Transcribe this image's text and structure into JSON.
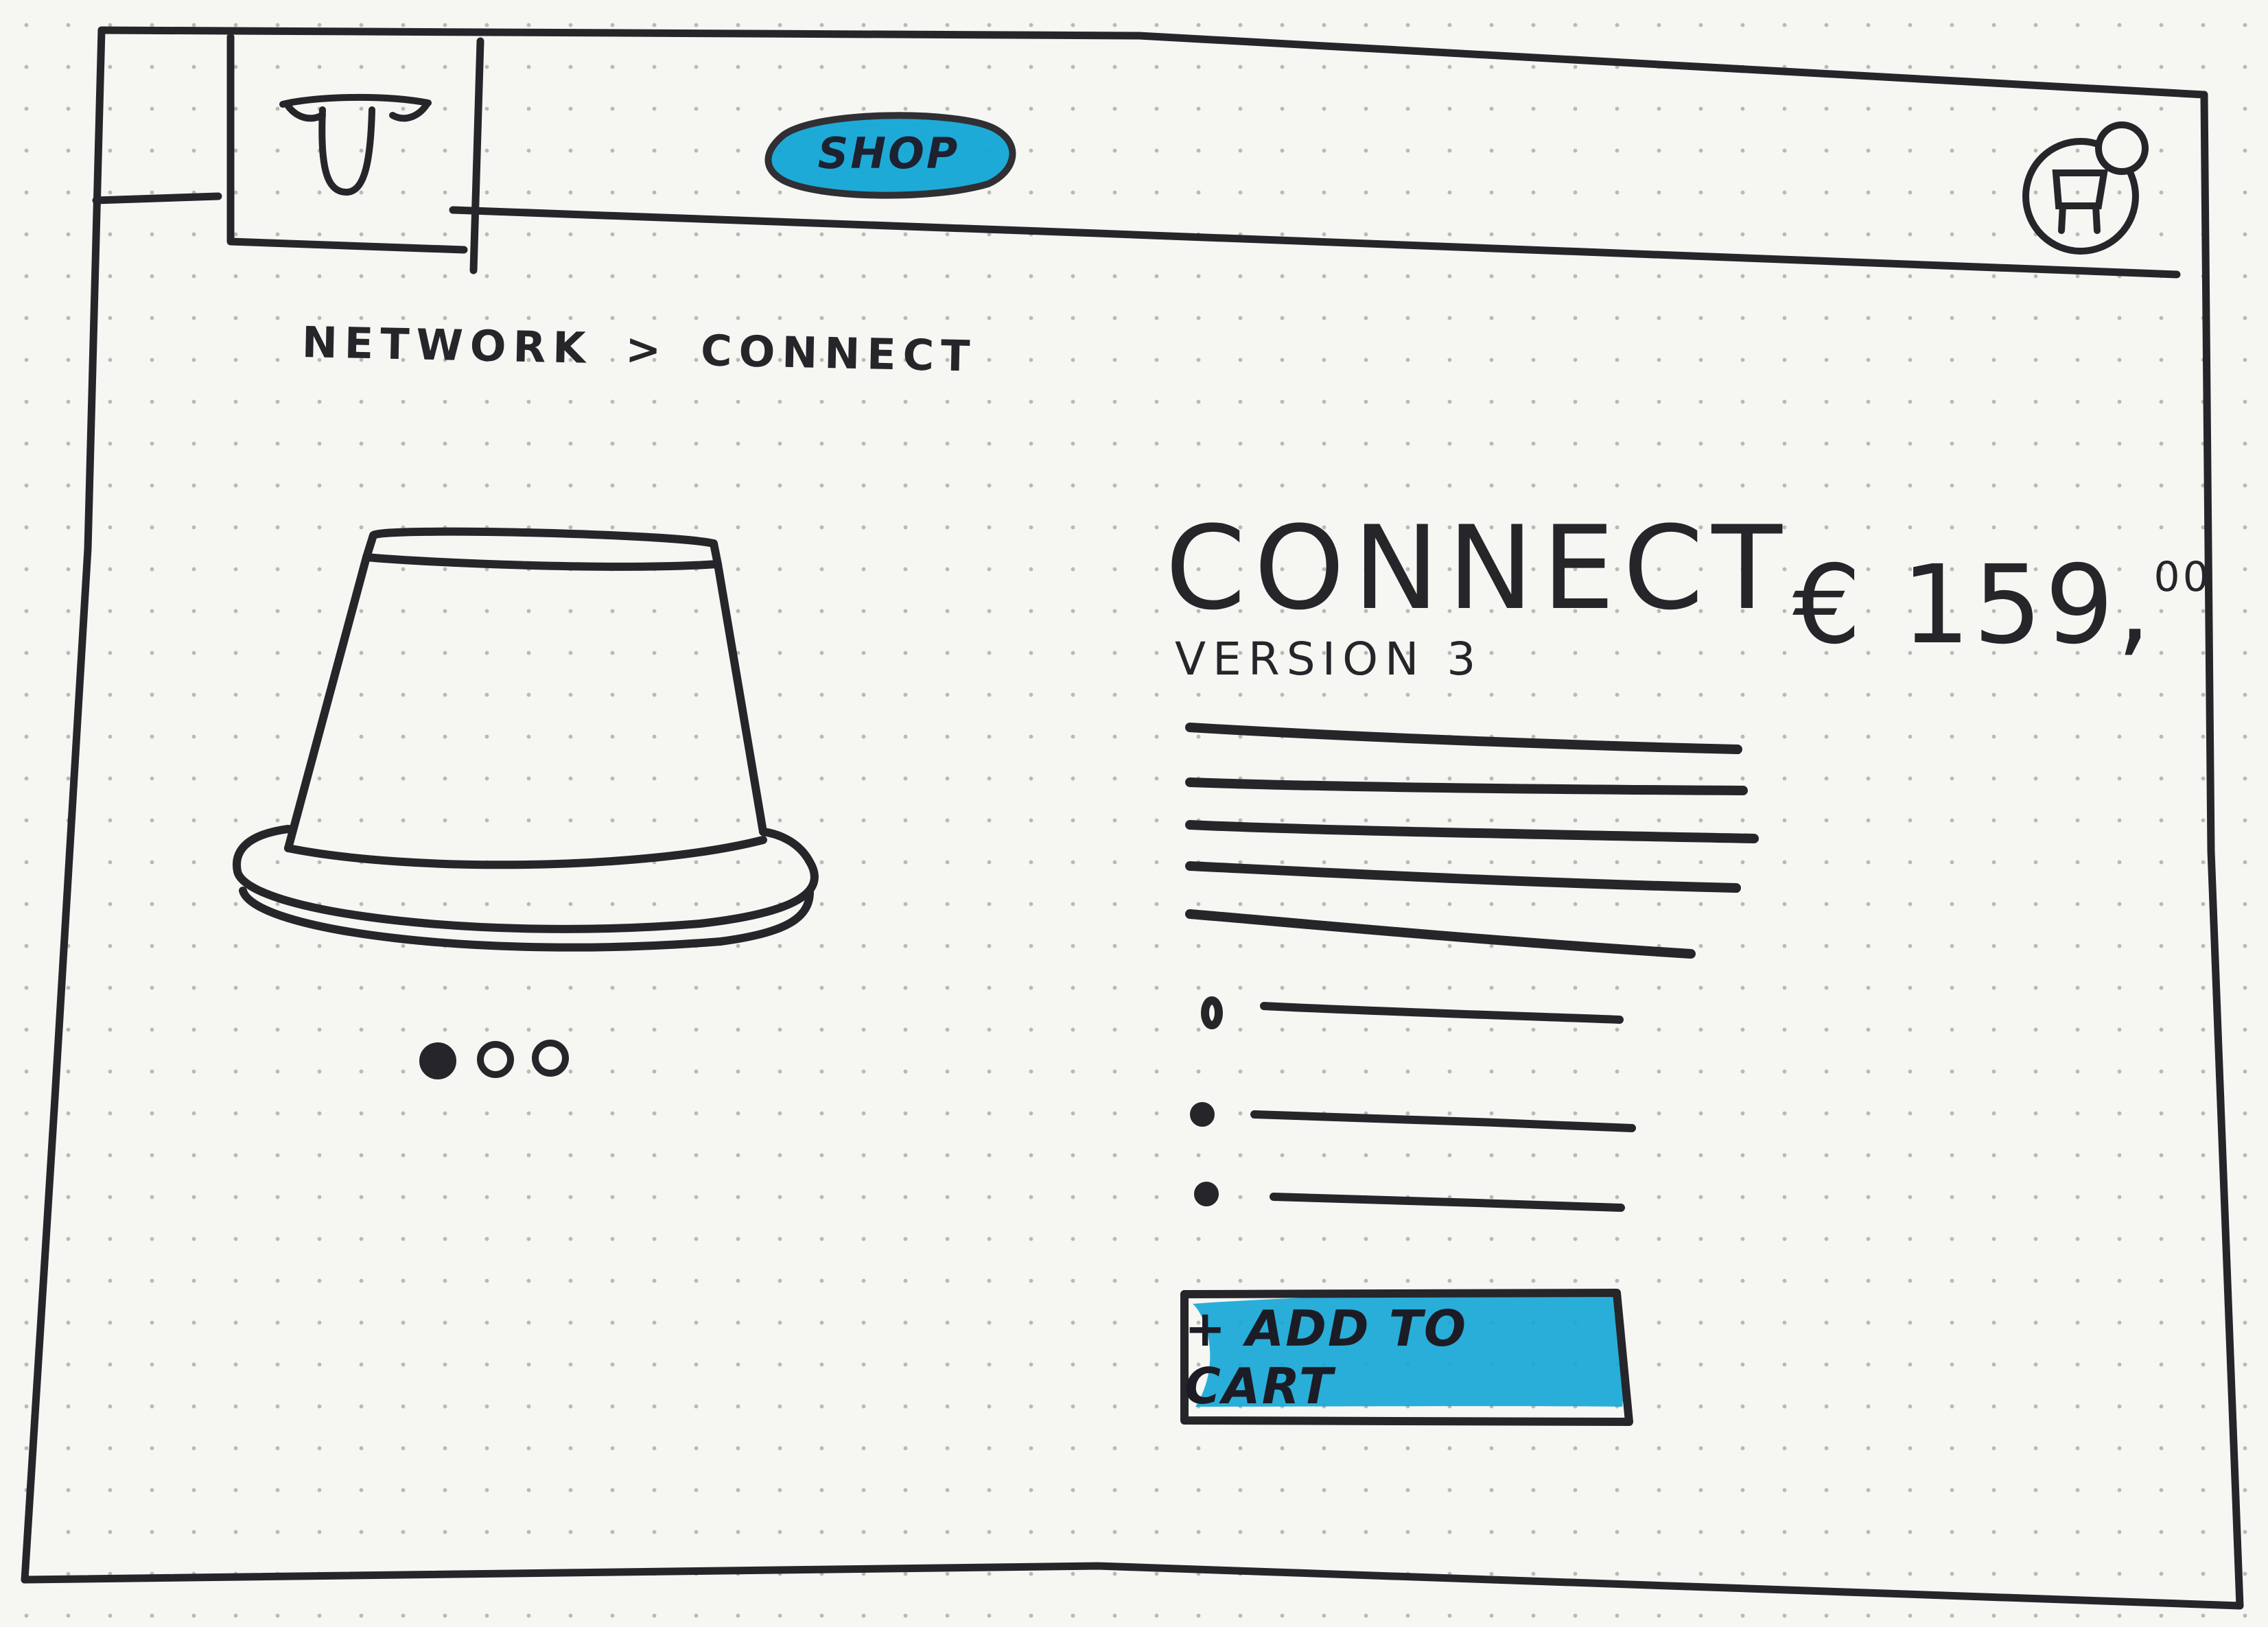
{
  "colors": {
    "ink": "#26252a",
    "highlight": "#13a6d6",
    "paper": "#f6f6f3"
  },
  "header": {
    "logo_icon": "t-logo-icon",
    "nav_item": "SHOP",
    "cart_icon": "shopping-cart-icon"
  },
  "breadcrumb": {
    "parent": "NETWORK",
    "separator": ">",
    "current": "CONNECT"
  },
  "product": {
    "title": "CONNECT",
    "version": "VERSION 3",
    "price_main": "€ 159,",
    "price_cents": "00",
    "image_icon": "product-lamp-icon",
    "gallery_dots": 3,
    "gallery_active_dot": 1,
    "description_line_count": 5,
    "feature_count": 3,
    "add_to_cart_label": "+ ADD TO CART"
  }
}
